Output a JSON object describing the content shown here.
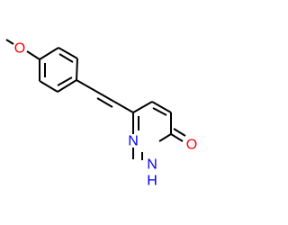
{
  "molecule": {
    "colors": {
      "bond": "#000000",
      "oxygen": "#ff0000",
      "nitrogen": "#0000ff"
    },
    "labels": {
      "methoxy_oxygen": "O",
      "ring_nitrogen": "N",
      "nh_nitrogen": "N",
      "nh_hydrogen": "H",
      "carbonyl_oxygen": "O"
    }
  }
}
